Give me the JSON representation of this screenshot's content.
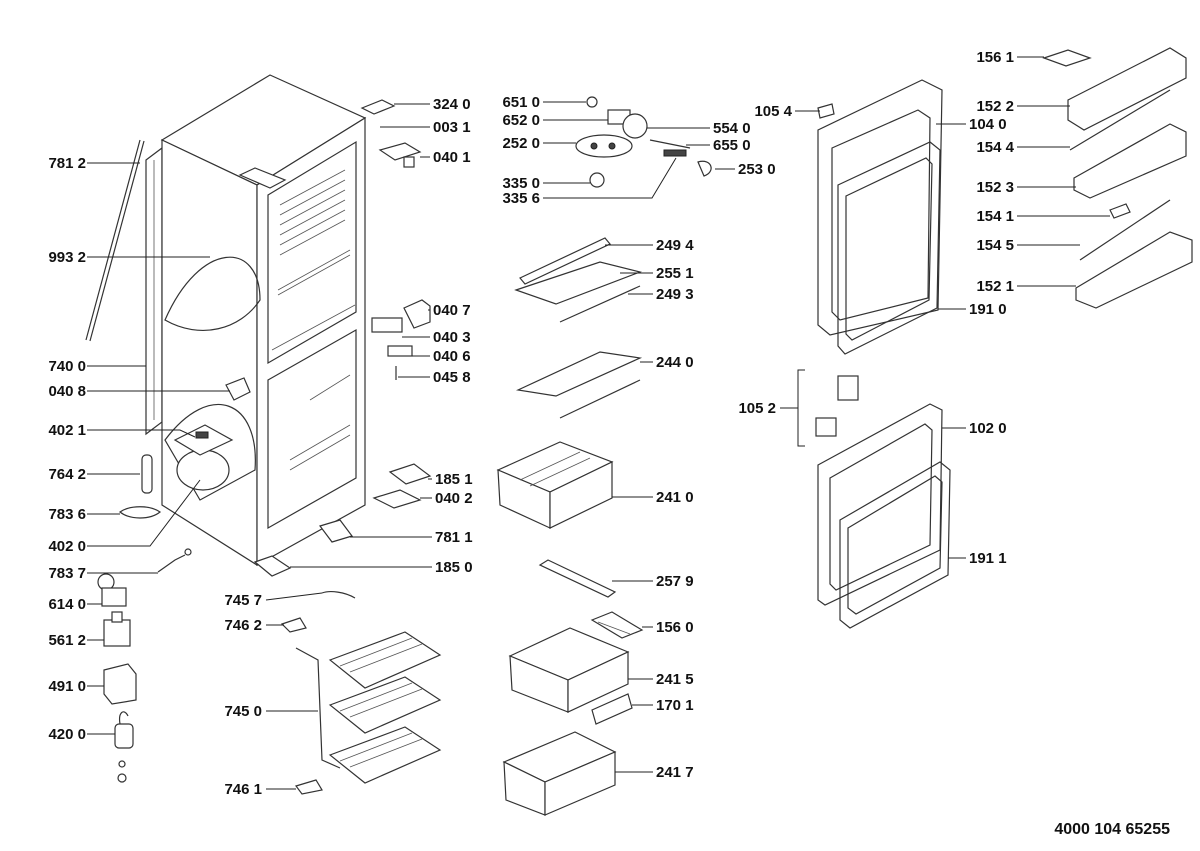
{
  "document_number": "4000 104 65255",
  "colors": {
    "line": "#333333",
    "text": "#111111",
    "background": "#ffffff"
  },
  "labels": [
    "781 2",
    "993 2",
    "740 0",
    "040 8",
    "402 1",
    "764 2",
    "783 6",
    "402 0",
    "783 7",
    "614 0",
    "561 2",
    "491 0",
    "420 0",
    "324 0",
    "003 1",
    "040 1",
    "040 7",
    "040 3",
    "040 6",
    "045 8",
    "185 1",
    "040 2",
    "781 1",
    "185 0",
    "745 7",
    "746 2",
    "745 0",
    "746 1",
    "651 0",
    "652 0",
    "252 0",
    "335 0",
    "335 6",
    "554 0",
    "655 0",
    "253 0",
    "249 4",
    "255 1",
    "249 3",
    "244 0",
    "241 0",
    "257 9",
    "156 0",
    "241 5",
    "170 1",
    "241 7",
    "105 4",
    "104 0",
    "191 0",
    "105 2",
    "102 0",
    "191 1",
    "156 1",
    "152 2",
    "154 4",
    "152 3",
    "154 1",
    "154 5",
    "152 1"
  ]
}
